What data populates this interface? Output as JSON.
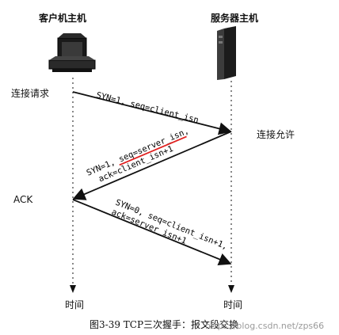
{
  "hosts": {
    "client": {
      "title": "客户机主机"
    },
    "server": {
      "title": "服务器主机"
    }
  },
  "events": {
    "client_request": "连接请求",
    "server_allow": "连接允许",
    "client_ack": "ACK"
  },
  "segments": [
    {
      "line1": "SYN=1, seq=client_isn",
      "line2": ""
    },
    {
      "line1": "SYN=1, seq=server_isn,",
      "line2": "ack=client_isn+1"
    },
    {
      "line1": "SYN=0, seq=client_isn+1,",
      "line2": "ack=server_isn+1"
    }
  ],
  "time_label": "时间",
  "caption": "图3-39  TCP三次握手：报文段交换",
  "watermark": "https://blog.csdn.net/zps66",
  "colors": {
    "highlight": "#e0201f"
  }
}
